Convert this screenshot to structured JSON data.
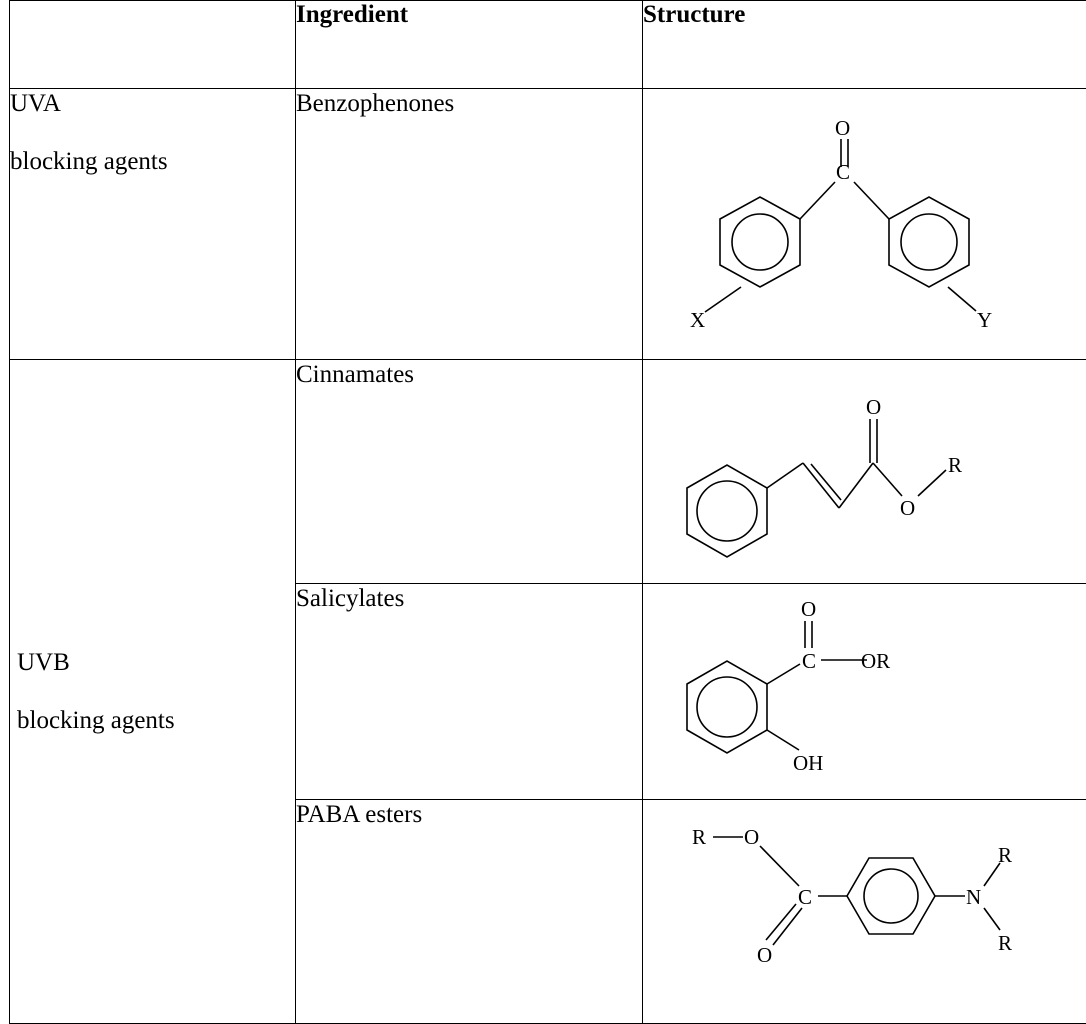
{
  "headers": {
    "col1": "",
    "col2": "Ingredient",
    "col3": "Structure"
  },
  "groups": {
    "uva": {
      "line1": "UVA",
      "line2": "blocking agents"
    },
    "uvb": {
      "line1": "UVB",
      "line2": "blocking agents"
    }
  },
  "rows": [
    {
      "ingredient": "Benzophenones",
      "labels": {
        "top": "O",
        "center": "C",
        "left": "X",
        "right": "Y"
      }
    },
    {
      "ingredient": "Cinnamates",
      "labels": {
        "carbonyl": "O",
        "ester_o": "O",
        "r": "R"
      }
    },
    {
      "ingredient": "Salicylates",
      "labels": {
        "carbonyl": "O",
        "c": "C",
        "or": "OR",
        "oh": "OH"
      }
    },
    {
      "ingredient": "PABA esters",
      "labels": {
        "r1": "R",
        "o1": "O",
        "c": "C",
        "o2": "O",
        "n": "N",
        "r2": "R",
        "r3": "R"
      }
    }
  ]
}
